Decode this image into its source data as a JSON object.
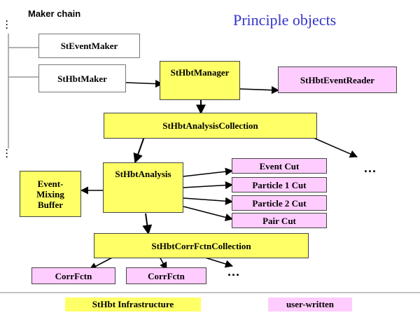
{
  "title": "Principle objects",
  "maker_chain": {
    "label": "Maker chain",
    "event_maker": "StEventMaker",
    "hbt_maker": "StHbtMaker"
  },
  "manager": "StHbtManager",
  "event_reader": "StHbtEventReader",
  "analysis_collection": "StHbtAnalysisCollection",
  "analysis": "StHbtAnalysis",
  "mixing_buffer": "Event-\nMixing\nBuffer",
  "cuts": [
    "Event Cut",
    "Particle 1 Cut",
    "Particle 2 Cut",
    "Pair Cut"
  ],
  "corrfctn_collection": "StHbtCorrFctnCollection",
  "corrfctns": [
    "CorrFctn",
    "CorrFctn"
  ],
  "ellipsis": "...",
  "legend": {
    "infrastructure": "StHbt Infrastructure",
    "user_written": "user-written"
  },
  "colors": {
    "infrastructure": "#ffff66",
    "user_written": "#ffccff",
    "title": "#3333cc"
  }
}
